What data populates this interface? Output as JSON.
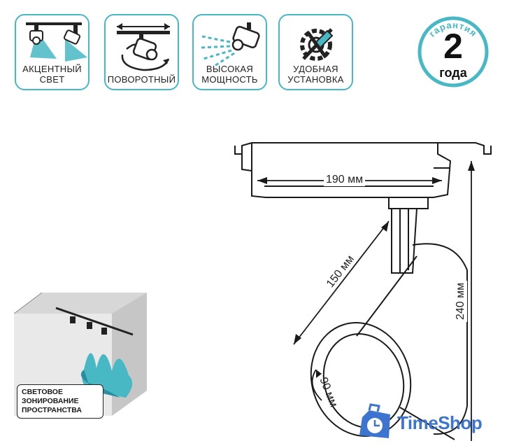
{
  "features": [
    {
      "icon": "accent-light-icon",
      "label": "АКЦЕНТНЫЙ СВЕТ"
    },
    {
      "icon": "rotate-icon",
      "label": "ПОВОРОТНЫЙ"
    },
    {
      "icon": "high-power-icon",
      "label": "ВЫСОКАЯ МОЩНОСТЬ"
    },
    {
      "icon": "easy-install-icon",
      "label": "УДОБНАЯ УСТАНОВКА"
    }
  ],
  "warranty": {
    "arc_text": "гарантия",
    "number": "2",
    "unit": "года"
  },
  "zoning": {
    "label": "СВЕТОВОЕ ЗОНИРОВАНИЕ ПРОСТРАНСТВА"
  },
  "dimensions": {
    "width": "190 мм",
    "length": "150 мм",
    "height": "240 мм",
    "diameter": "90 мм"
  },
  "brand": {
    "name": "TimeShop",
    "icon": "clock-bag-icon"
  },
  "colors": {
    "accent": "#47b8c4",
    "brand": "#3d74cf",
    "line": "#1a1a1a"
  }
}
